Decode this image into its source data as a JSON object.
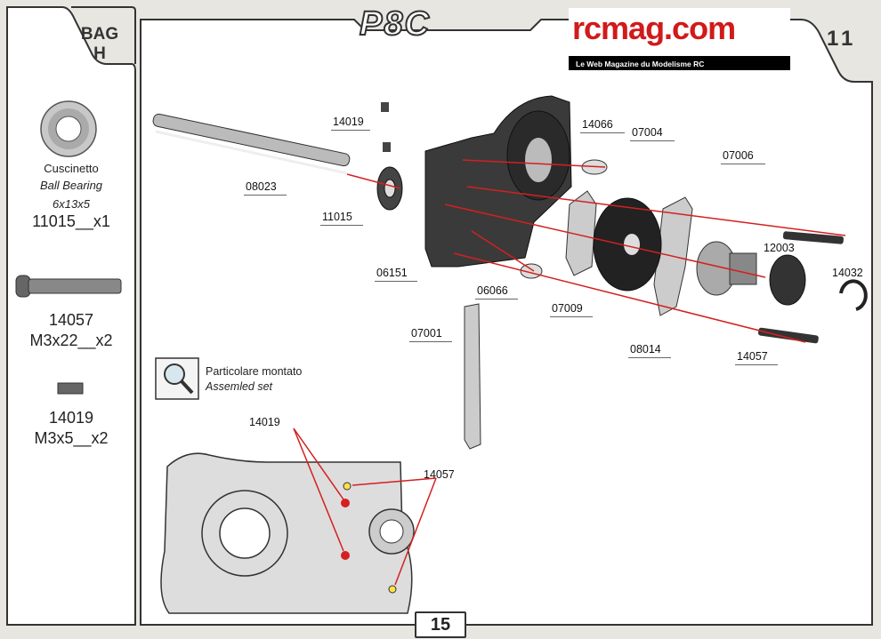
{
  "header": {
    "brand": "P8C",
    "step_number": "11",
    "bag_label_line1": "BAG",
    "bag_label_line2": "H",
    "page_number": "15"
  },
  "logo": {
    "name": "rcmag.com",
    "tagline": "Le Web Magazine du Modelisme RC"
  },
  "sidebar": {
    "bearing": {
      "name_it": "Cuscinetto",
      "name_en": "Ball Bearing",
      "size": "6x13x5",
      "code": "11015__x1"
    },
    "screw": {
      "part": "14057",
      "spec": "M3x22__x2"
    },
    "grub": {
      "part": "14019",
      "spec": "M3x5__x2"
    }
  },
  "assembled_note": {
    "it": "Particolare montato",
    "en": "Assemled set"
  },
  "parts": {
    "p14019_top": "14019",
    "p14066": "14066",
    "p07004": "07004",
    "p07006": "07006",
    "p08023": "08023",
    "p11015": "11015",
    "p12003": "12003",
    "p14032": "14032",
    "p06151": "06151",
    "p06066": "06066",
    "p07009": "07009",
    "p07001": "07001",
    "p08014": "08014",
    "p14057": "14057",
    "detail_14019": "14019",
    "detail_14057": "14057"
  }
}
